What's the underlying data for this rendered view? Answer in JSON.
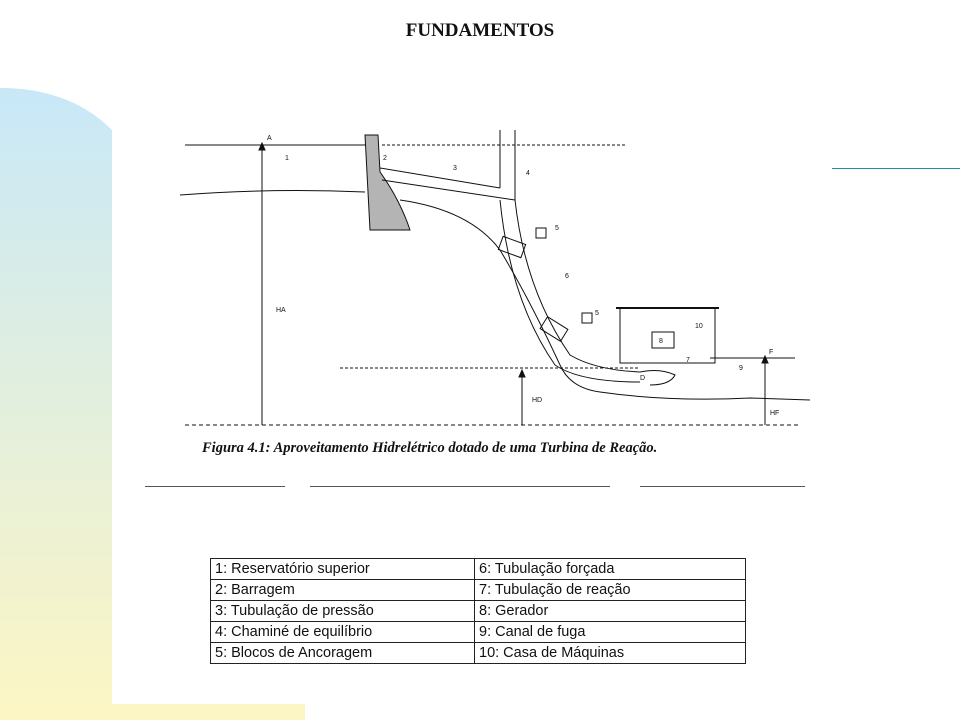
{
  "slide": {
    "title": "FUNDAMENTOS",
    "colors": {
      "gradient_top": "#c8e8f8",
      "gradient_bottom": "#fdf6c3",
      "accent_line": "#2a8aa8"
    }
  },
  "figure": {
    "caption": "Figura 4.1: Aproveitamento Hidrelétrico dotado de uma Turbina de Reação.",
    "labels": {
      "n1": "1",
      "n2": "2",
      "n3": "3",
      "n4": "4",
      "n5a": "5",
      "n5b": "5",
      "n6": "6",
      "n7": "7",
      "n8": "8",
      "n9": "9",
      "n10": "10",
      "pA": "A",
      "pD": "D",
      "pF": "F",
      "hA": "HA",
      "hD": "HD",
      "hF": "HF"
    }
  },
  "legend": {
    "rows": [
      [
        "1: Reservatório superior",
        "6: Tubulação forçada"
      ],
      [
        "2: Barragem",
        "7: Tubulação de reação"
      ],
      [
        "3: Tubulação de pressão",
        "8: Gerador"
      ],
      [
        "4: Chaminé de equilíbrio",
        "9: Canal de fuga"
      ],
      [
        "5: Blocos de Ancoragem",
        "10: Casa de Máquinas"
      ]
    ]
  }
}
